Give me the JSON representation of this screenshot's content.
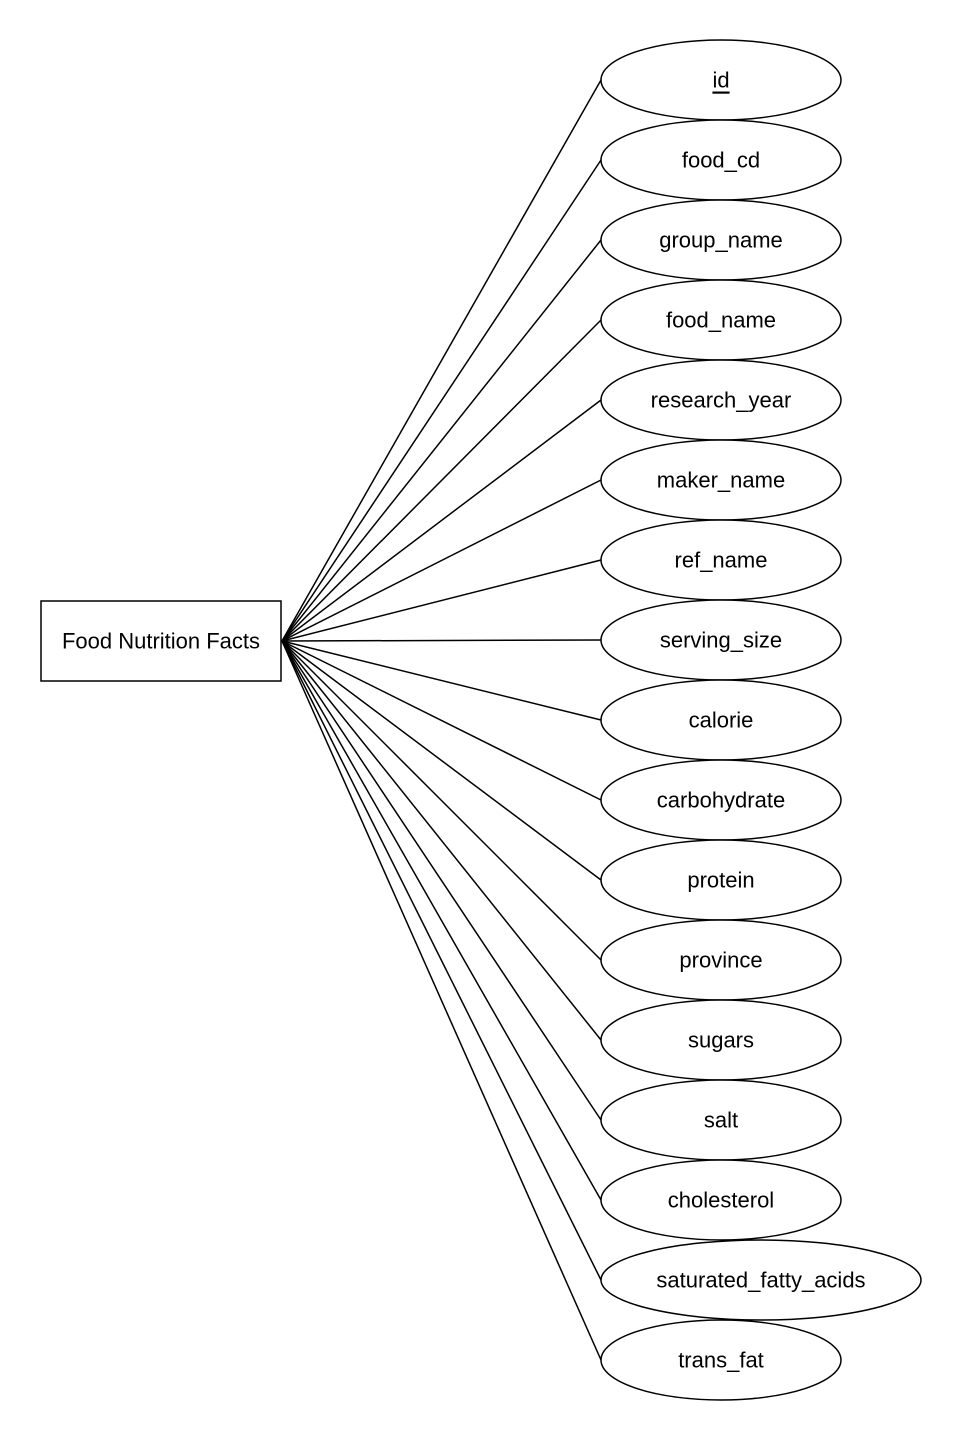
{
  "entity": {
    "label": "Food Nutrition Facts"
  },
  "attributes": [
    {
      "label": "id",
      "primary_key": true
    },
    {
      "label": "food_cd"
    },
    {
      "label": "group_name"
    },
    {
      "label": "food_name"
    },
    {
      "label": "research_year"
    },
    {
      "label": "maker_name"
    },
    {
      "label": "ref_name"
    },
    {
      "label": "serving_size"
    },
    {
      "label": "calorie"
    },
    {
      "label": "carbohydrate"
    },
    {
      "label": "protein"
    },
    {
      "label": "province"
    },
    {
      "label": "sugars"
    },
    {
      "label": "salt"
    },
    {
      "label": "cholesterol"
    },
    {
      "label": "saturated_fatty_acids"
    },
    {
      "label": "trans_fat"
    }
  ],
  "colors": {
    "stroke": "#000000",
    "fill": "#ffffff"
  }
}
